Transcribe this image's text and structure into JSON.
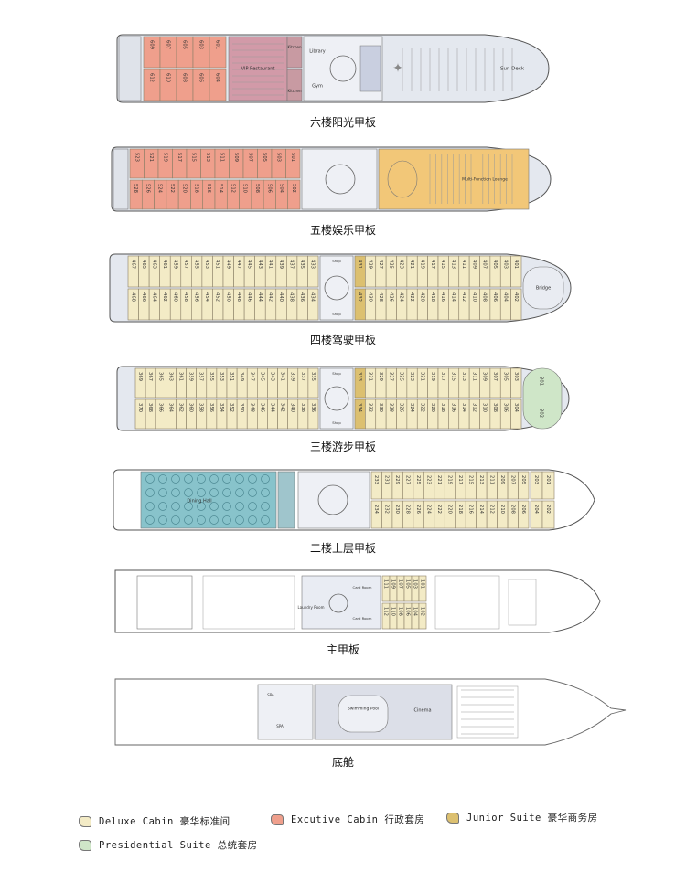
{
  "colors": {
    "deluxe": "#f3ebc6",
    "executive": "#ef9f8c",
    "junior": "#dcc070",
    "presidential": "#cfe6c8",
    "vip": "#d29aa8",
    "multifunction": "#f2c778",
    "dining": "#88c3cb",
    "hull": "#e4e8ef",
    "service": "#c9cfe0"
  },
  "decks": [
    {
      "id": "deck6",
      "name": "六楼阳光甲板",
      "rooms_top": [
        "609",
        "607",
        "605",
        "603",
        "601"
      ],
      "rooms_bottom": [
        "612",
        "610",
        "608",
        "606",
        "604"
      ],
      "areas": [
        "VIP Restaurant",
        "Kitchen",
        "Kitchen",
        "Library",
        "Gym",
        "Sun Deck"
      ]
    },
    {
      "id": "deck5",
      "name": "五楼娱乐甲板",
      "rooms_top": [
        "523",
        "521",
        "519",
        "517",
        "515",
        "513",
        "511",
        "509",
        "507",
        "505",
        "503",
        "501"
      ],
      "rooms_bottom": [
        "528",
        "526",
        "524",
        "522",
        "520",
        "518",
        "516",
        "514",
        "512",
        "510",
        "508",
        "506",
        "504",
        "502"
      ],
      "areas": [
        "Multi-Function Lounge"
      ]
    },
    {
      "id": "deck4",
      "name": "四楼驾驶甲板",
      "rooms_top": [
        "467",
        "465",
        "463",
        "461",
        "459",
        "457",
        "455",
        "453",
        "451",
        "449",
        "447",
        "445",
        "443",
        "441",
        "439",
        "437",
        "435",
        "433",
        "431",
        "429",
        "427",
        "425",
        "423",
        "421",
        "419",
        "417",
        "415",
        "413",
        "411",
        "409",
        "407",
        "405",
        "403",
        "401"
      ],
      "rooms_bottom": [
        "468",
        "466",
        "464",
        "462",
        "460",
        "458",
        "456",
        "454",
        "452",
        "450",
        "448",
        "446",
        "444",
        "442",
        "440",
        "438",
        "436",
        "434",
        "432",
        "430",
        "428",
        "426",
        "424",
        "422",
        "420",
        "418",
        "416",
        "414",
        "412",
        "410",
        "408",
        "406",
        "404",
        "402"
      ],
      "areas": [
        "Bridge",
        "Shop",
        "Shop"
      ]
    },
    {
      "id": "deck3",
      "name": "三楼游步甲板",
      "rooms_top": [
        "369",
        "367",
        "365",
        "363",
        "361",
        "359",
        "357",
        "355",
        "353",
        "351",
        "349",
        "347",
        "345",
        "343",
        "341",
        "339",
        "337",
        "335",
        "333",
        "331",
        "329",
        "327",
        "325",
        "323",
        "321",
        "319",
        "317",
        "315",
        "313",
        "311",
        "309",
        "307",
        "305",
        "303",
        "301"
      ],
      "rooms_bottom": [
        "370",
        "368",
        "366",
        "364",
        "362",
        "360",
        "358",
        "356",
        "354",
        "352",
        "350",
        "348",
        "346",
        "344",
        "342",
        "340",
        "338",
        "336",
        "334",
        "332",
        "330",
        "328",
        "326",
        "324",
        "322",
        "320",
        "318",
        "316",
        "314",
        "312",
        "310",
        "308",
        "306",
        "304",
        "302"
      ],
      "areas": [
        "Shop",
        "Shop"
      ]
    },
    {
      "id": "deck2",
      "name": "二楼上层甲板",
      "rooms_top": [
        "233",
        "231",
        "229",
        "227",
        "225",
        "223",
        "221",
        "219",
        "217",
        "215",
        "213",
        "211",
        "209",
        "207",
        "205",
        "203",
        "201"
      ],
      "rooms_bottom": [
        "234",
        "232",
        "230",
        "228",
        "226",
        "224",
        "222",
        "220",
        "218",
        "216",
        "214",
        "212",
        "210",
        "208",
        "206",
        "204",
        "202"
      ],
      "areas": [
        "Dining Hall"
      ]
    },
    {
      "id": "main",
      "name": "主甲板",
      "rooms_top": [
        "111",
        "109",
        "107",
        "105",
        "103",
        "101"
      ],
      "rooms_bottom": [
        "112",
        "110",
        "108",
        "106",
        "104",
        "102"
      ],
      "areas": [
        "Laundry Room",
        "Card Room",
        "Card Room"
      ]
    },
    {
      "id": "bottom",
      "name": "底舱",
      "rooms_top": [],
      "rooms_bottom": [],
      "areas": [
        "SPA",
        "SPA",
        "Swimming Pool",
        "Cinema"
      ]
    }
  ],
  "legend": [
    {
      "key": "deluxe",
      "label": "Deluxe Cabin 豪华标准间"
    },
    {
      "key": "executive",
      "label": "Excutive Cabin 行政套房"
    },
    {
      "key": "junior",
      "label": "Junior Suite 豪华商务房"
    },
    {
      "key": "presidential",
      "label": "Presidential Suite 总统套房"
    }
  ]
}
